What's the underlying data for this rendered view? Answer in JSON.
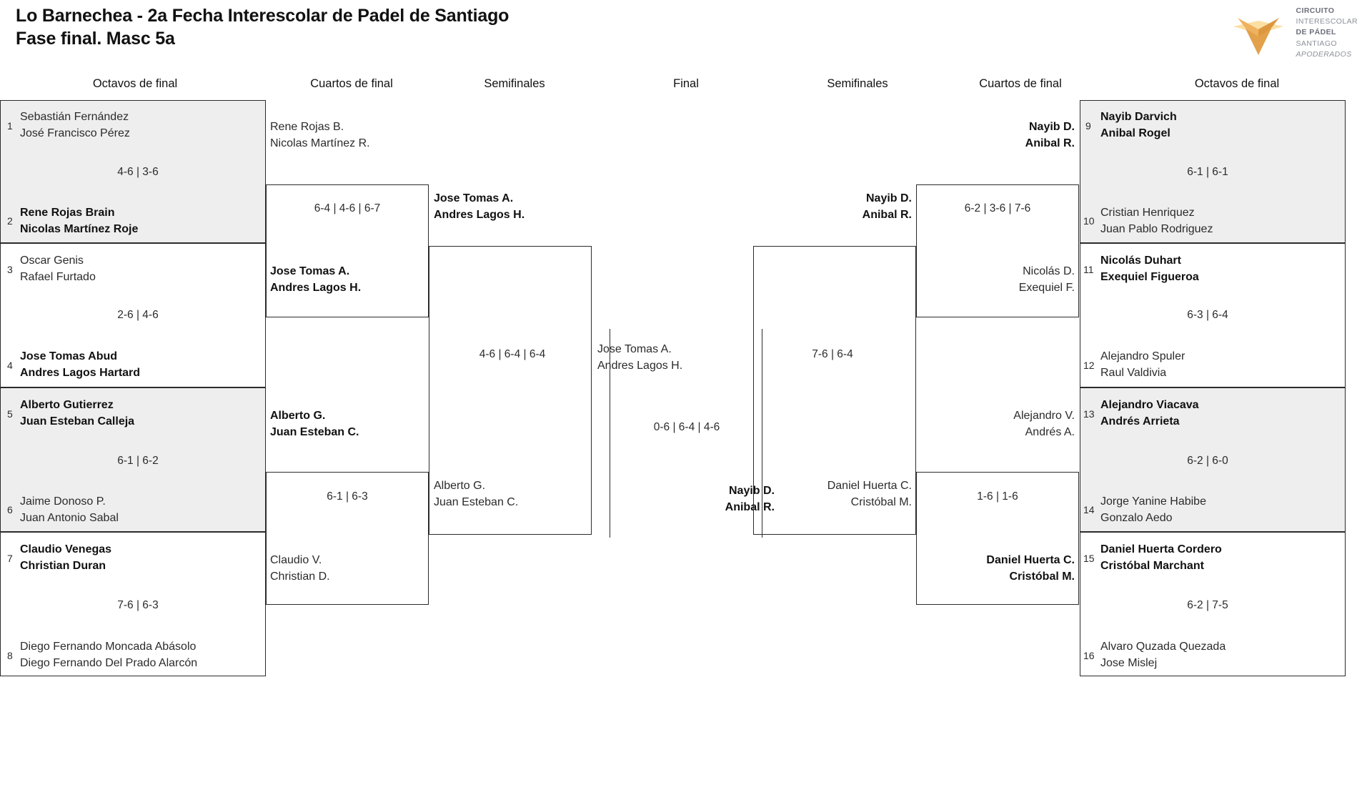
{
  "header": {
    "title_line1": "Lo Barnechea - 2a Fecha Interescolar de Padel de Santiago",
    "title_line2": "Fase final. Masc 5a",
    "logo": {
      "line1": "CIRCUITO",
      "line2": "INTERESCOLAR",
      "line3": "DE PÁDEL",
      "line4": "SANTIAGO",
      "line5": "APODERADOS",
      "mark_colors": [
        "#F2B24C",
        "#E09B43",
        "#FBDFA3",
        "#E8A54A"
      ]
    }
  },
  "rounds": {
    "left_r16": "Octavos de final",
    "left_qf": "Cuartos de final",
    "left_sf": "Semifinales",
    "final": "Final",
    "right_sf": "Semifinales",
    "right_qf": "Cuartos de final",
    "right_r16": "Octavos de final"
  },
  "left_r16": [
    {
      "seed": "1",
      "p1": "Sebastián Fernández",
      "p2": "José Francisco Pérez",
      "winner": false
    },
    {
      "seed": "2",
      "p1": "Rene Rojas Brain",
      "p2": "Nicolas Martínez Roje",
      "winner": true
    },
    {
      "seed": "3",
      "p1": "Oscar Genis",
      "p2": "Rafael Furtado",
      "winner": false
    },
    {
      "seed": "4",
      "p1": "Jose Tomas Abud",
      "p2": "Andres Lagos Hartard",
      "winner": true
    },
    {
      "seed": "5",
      "p1": "Alberto Gutierrez",
      "p2": "Juan Esteban Calleja",
      "winner": true
    },
    {
      "seed": "6",
      "p1": "Jaime Donoso P.",
      "p2": "Juan Antonio Sabal",
      "winner": false
    },
    {
      "seed": "7",
      "p1": "Claudio Venegas",
      "p2": "Christian Duran",
      "winner": true
    },
    {
      "seed": "8",
      "p1": "Diego Fernando Moncada Abásolo",
      "p2": "Diego Fernando Del Prado Alarcón",
      "winner": false
    }
  ],
  "left_r16_scores": [
    "4-6 | 3-6",
    "2-6 | 4-6",
    "6-1 | 6-2",
    "7-6 | 6-3"
  ],
  "left_qf": [
    {
      "p1": "Rene Rojas B.",
      "p2": "Nicolas Martínez R.",
      "winner": false
    },
    {
      "p1": "Jose Tomas A.",
      "p2": "Andres Lagos H.",
      "winner": true
    },
    {
      "p1": "Alberto G.",
      "p2": "Juan Esteban C.",
      "winner": true
    },
    {
      "p1": "Claudio V.",
      "p2": "Christian D.",
      "winner": false
    }
  ],
  "left_qf_scores": [
    "6-4 | 4-6 | 6-7",
    "6-1 | 6-3"
  ],
  "left_sf": [
    {
      "p1": "Jose Tomas A.",
      "p2": "Andres Lagos H.",
      "winner": true
    },
    {
      "p1": "Alberto G.",
      "p2": "Juan Esteban C.",
      "winner": false
    }
  ],
  "left_sf_score": "4-6 | 6-4 | 6-4",
  "final": {
    "left_team": {
      "p1": "Jose Tomas A.",
      "p2": "Andres Lagos H.",
      "winner": false
    },
    "right_team": {
      "p1": "Nayib D.",
      "p2": "Anibal R.",
      "winner": true
    },
    "score": "0-6 | 6-4 | 4-6"
  },
  "right_sf": [
    {
      "p1": "Nayib D.",
      "p2": "Anibal R.",
      "winner": true
    },
    {
      "p1": "Daniel Huerta C.",
      "p2": "Cristóbal M.",
      "winner": false
    }
  ],
  "right_sf_score": "7-6 | 6-4",
  "right_qf": [
    {
      "p1": "Nayib D.",
      "p2": "Anibal R.",
      "winner": true
    },
    {
      "p1": "Nicolás D.",
      "p2": "Exequiel F.",
      "winner": false
    },
    {
      "p1": "Alejandro V.",
      "p2": "Andrés A.",
      "winner": false
    },
    {
      "p1": "Daniel Huerta C.",
      "p2": "Cristóbal M.",
      "winner": true
    }
  ],
  "right_qf_scores": [
    "6-2 | 3-6 | 7-6",
    "1-6 | 1-6"
  ],
  "right_r16": [
    {
      "seed": "9",
      "p1": "Nayib Darvich",
      "p2": "Anibal Rogel",
      "winner": true
    },
    {
      "seed": "10",
      "p1": "Cristian Henriquez",
      "p2": "Juan Pablo Rodriguez",
      "winner": false
    },
    {
      "seed": "11",
      "p1": "Nicolás Duhart",
      "p2": "Exequiel Figueroa",
      "winner": true
    },
    {
      "seed": "12",
      "p1": "Alejandro Spuler",
      "p2": "Raul Valdivia",
      "winner": false
    },
    {
      "seed": "13",
      "p1": "Alejandro Viacava",
      "p2": "Andrés Arrieta",
      "winner": true
    },
    {
      "seed": "14",
      "p1": "Jorge Yanine Habibe",
      "p2": "Gonzalo Aedo",
      "winner": false
    },
    {
      "seed": "15",
      "p1": "Daniel Huerta Cordero",
      "p2": "Cristóbal Marchant",
      "winner": true
    },
    {
      "seed": "16",
      "p1": "Alvaro Quzada Quezada",
      "p2": "Jose Mislej",
      "winner": false
    }
  ],
  "right_r16_scores": [
    "6-1 | 6-1",
    "6-3 | 6-4",
    "6-2 | 6-0",
    "6-2 | 7-5"
  ]
}
